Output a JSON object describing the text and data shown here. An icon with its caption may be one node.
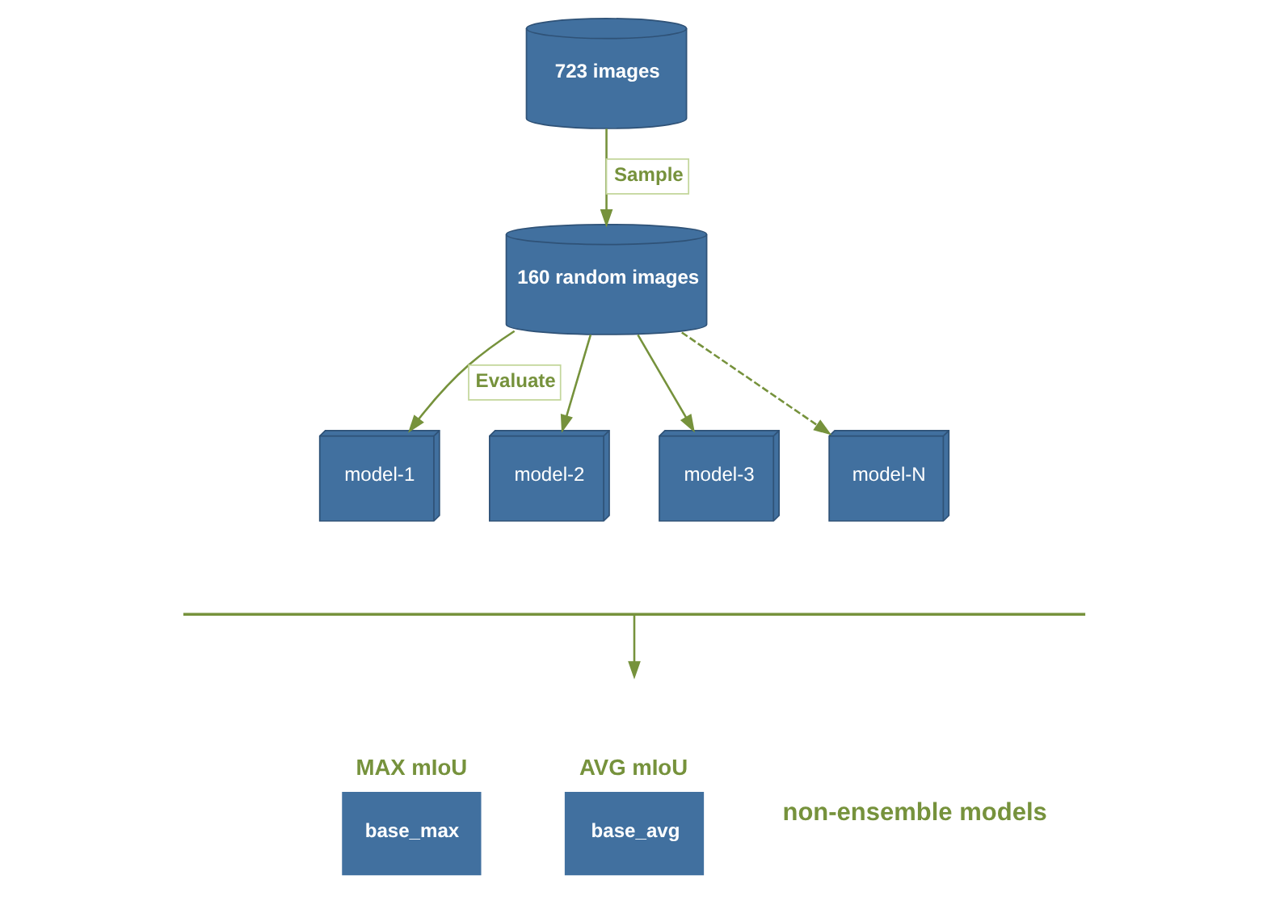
{
  "diagram": {
    "nodes": [
      {
        "text": [
          "723 images"
        ]
      },
      {
        "text": [
          "160 random images"
        ]
      },
      {
        "text": [
          "model-1"
        ]
      },
      {
        "text": [
          "model-2"
        ]
      },
      {
        "text": [
          "model-3"
        ]
      },
      {
        "text": [
          "model-N"
        ]
      },
      {
        "text": [],
        "shape": "bracket"
      },
      {
        "text": [
          "MAX mIoU",
          "base_max"
        ]
      },
      {
        "text": [
          "AVG mIoU",
          "base_avg"
        ]
      }
    ],
    "edges": [
      {
        "from": 0,
        "to": 1,
        "arrow": "to",
        "label": "Sample"
      },
      {
        "from": 1,
        "to": 2,
        "arrow": "to",
        "label": "Evaluate"
      },
      {
        "from": 1,
        "to": 3,
        "arrow": "to"
      },
      {
        "from": 1,
        "to": 4,
        "arrow": "to"
      },
      {
        "from": 1,
        "to": 5,
        "arrow": "to",
        "style": "dashed"
      },
      {
        "from": 6,
        "to": null,
        "arrow": "to"
      }
    ],
    "labels": [
      "non-ensemble models"
    ]
  }
}
